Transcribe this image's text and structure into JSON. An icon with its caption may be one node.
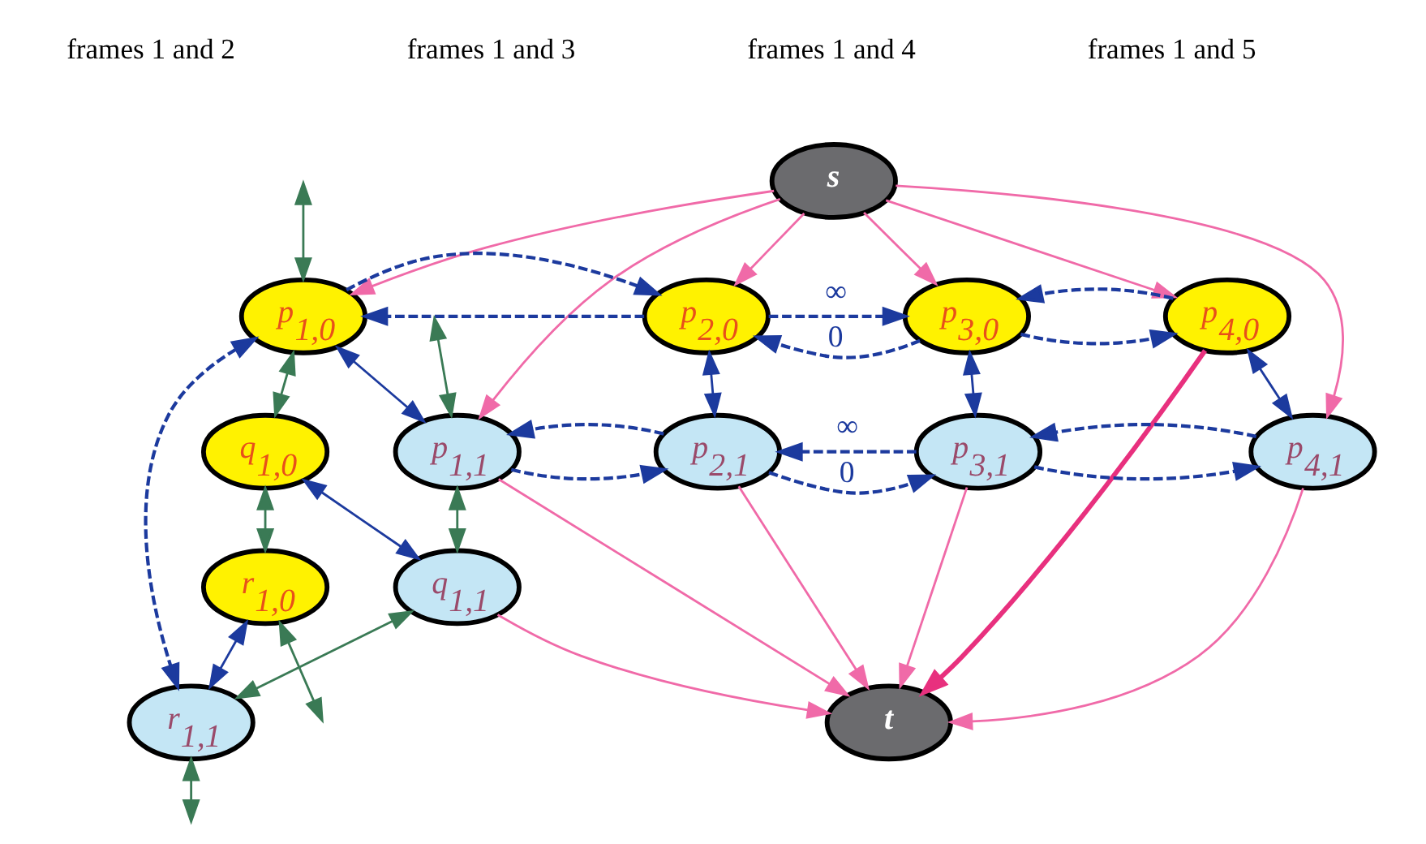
{
  "diagram": {
    "nodes": [
      {
        "text": [
          "s"
        ]
      },
      {
        "text": [
          "p$_{1,0}$"
        ]
      },
      {
        "text": [
          "p$_{2,0}$"
        ]
      },
      {
        "text": [
          "p$_{3,0}$"
        ]
      },
      {
        "text": [
          "p$_{4,0}$"
        ]
      },
      {
        "text": [
          "q$_{1,0}$"
        ]
      },
      {
        "text": [
          "p$_{1,1}$"
        ]
      },
      {
        "text": [
          "p$_{2,1}$"
        ]
      },
      {
        "text": [
          "p$_{3,1}$"
        ]
      },
      {
        "text": [
          "p$_{4,1}$"
        ]
      },
      {
        "text": [
          "r$_{1,0}$"
        ]
      },
      {
        "text": [
          "q$_{1,1}$"
        ]
      },
      {
        "text": [
          "r$_{1,1}$"
        ]
      },
      {
        "text": [
          "t"
        ]
      }
    ],
    "edges": [
      {
        "from": 0,
        "to": 1,
        "arrow": "to",
        "color": "#f06aa8"
      },
      {
        "from": 0,
        "to": 6,
        "arrow": "to",
        "color": "#f06aa8"
      },
      {
        "from": 0,
        "to": 2,
        "arrow": "to",
        "color": "#f06aa8"
      },
      {
        "from": 0,
        "to": 3,
        "arrow": "to",
        "color": "#f06aa8"
      },
      {
        "from": 0,
        "to": 4,
        "arrow": "to",
        "color": "#f06aa8"
      },
      {
        "from": 0,
        "to": 9,
        "arrow": "to",
        "color": "#f06aa8"
      },
      {
        "from": 1,
        "to": 2,
        "arrow": "to",
        "style": "dashed",
        "color": "#1c3a9e"
      },
      {
        "from": 2,
        "to": 1,
        "arrow": "to",
        "style": "dashed",
        "color": "#1c3a9e"
      },
      {
        "from": 2,
        "to": 3,
        "arrow": "to",
        "label": "∞",
        "style": "dashed",
        "color": "#1c3a9e"
      },
      {
        "from": 3,
        "to": 2,
        "arrow": "to",
        "label": "0",
        "style": "dashed",
        "color": "#1c3a9e"
      },
      {
        "from": 3,
        "to": 4,
        "arrow": "to",
        "style": "dashed",
        "color": "#1c3a9e"
      },
      {
        "from": 4,
        "to": 3,
        "arrow": "to",
        "style": "dashed",
        "color": "#1c3a9e"
      },
      {
        "from": 6,
        "to": 7,
        "arrow": "to",
        "style": "dashed",
        "color": "#1c3a9e"
      },
      {
        "from": 7,
        "to": 6,
        "arrow": "to",
        "style": "dashed",
        "color": "#1c3a9e"
      },
      {
        "from": 7,
        "to": 8,
        "arrow": "to",
        "label": "0",
        "style": "dashed",
        "color": "#1c3a9e"
      },
      {
        "from": 8,
        "to": 7,
        "arrow": "to",
        "label": "∞",
        "style": "dashed",
        "color": "#1c3a9e"
      },
      {
        "from": 8,
        "to": 9,
        "arrow": "to",
        "style": "dashed",
        "color": "#1c3a9e"
      },
      {
        "from": 9,
        "to": 8,
        "arrow": "to",
        "style": "dashed",
        "color": "#1c3a9e"
      },
      {
        "from": 1,
        "to": 6,
        "arrow": "both",
        "color": "#1c3a9e"
      },
      {
        "from": 5,
        "to": 11,
        "arrow": "both",
        "color": "#1c3a9e"
      },
      {
        "from": 10,
        "to": 12,
        "arrow": "both",
        "color": "#1c3a9e"
      },
      {
        "from": 1,
        "to": 12,
        "arrow": "both",
        "style": "dashed",
        "color": "#1c3a9e"
      },
      {
        "from": 2,
        "to": 7,
        "arrow": "both",
        "color": "#1c3a9e"
      },
      {
        "from": 3,
        "to": 8,
        "arrow": "both",
        "color": "#1c3a9e"
      },
      {
        "from": 4,
        "to": 9,
        "arrow": "both",
        "color": "#1c3a9e"
      },
      {
        "from": null,
        "to": 1,
        "arrow": "both",
        "color": "#3a7a55"
      },
      {
        "from": 1,
        "to": 5,
        "arrow": "both",
        "color": "#3a7a55"
      },
      {
        "from": 5,
        "to": 10,
        "arrow": "both",
        "color": "#3a7a55"
      },
      {
        "from": 10,
        "to": null,
        "arrow": "both",
        "color": "#3a7a55"
      },
      {
        "from": null,
        "to": 6,
        "arrow": "both",
        "color": "#3a7a55"
      },
      {
        "from": 6,
        "to": 11,
        "arrow": "both",
        "color": "#3a7a55"
      },
      {
        "from": 11,
        "to": 12,
        "arrow": "both",
        "color": "#3a7a55"
      },
      {
        "from": 12,
        "to": null,
        "arrow": "both",
        "color": "#3a7a55"
      },
      {
        "from": 6,
        "to": 13,
        "arrow": "to",
        "color": "#f06aa8"
      },
      {
        "from": 11,
        "to": 13,
        "arrow": "to",
        "color": "#f06aa8"
      },
      {
        "from": 7,
        "to": 13,
        "arrow": "to",
        "color": "#f06aa8"
      },
      {
        "from": 8,
        "to": 13,
        "arrow": "to",
        "color": "#f06aa8"
      },
      {
        "from": 4,
        "to": 13,
        "arrow": "to",
        "style": "thick",
        "color": "#e8307e"
      },
      {
        "from": 9,
        "to": 13,
        "arrow": "to",
        "color": "#f06aa8"
      }
    ],
    "labels": [
      "frames 1 and 2",
      "frames 1 and 3",
      "frames 1 and 4",
      "frames 1 and 5"
    ]
  }
}
